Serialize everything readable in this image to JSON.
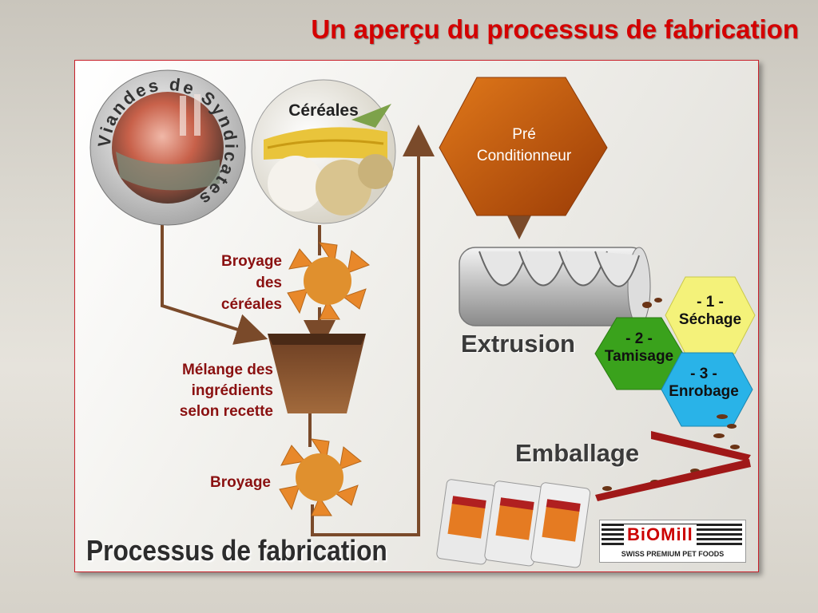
{
  "title": "Un aperçu du processus de fabrication",
  "diagram_title": "Processus de fabrication",
  "meat_label": "Viandes de Syndicates",
  "cereals_label": "Céréales",
  "grinding_cereals": [
    "Broyage",
    "des",
    "céréales"
  ],
  "mixing": [
    "Mélange des",
    "ingrédients",
    "selon recette"
  ],
  "grinding": "Broyage",
  "preconditioner": [
    "Pré",
    "Conditionneur"
  ],
  "extrusion": "Extrusion",
  "packaging": "Emballage",
  "steps": [
    {
      "num": "- 1 -",
      "name": "Séchage",
      "color": "#f4f27a"
    },
    {
      "num": "- 2 -",
      "name": "Tamisage",
      "color": "#3aa21c"
    },
    {
      "num": "- 3 -",
      "name": "Enrobage",
      "color": "#29b3e8"
    }
  ],
  "logo": {
    "name": "BiOMill",
    "tagline": "SWISS PREMIUM PET FOODS"
  },
  "colors": {
    "title": "#d40000",
    "arrow": "#7a4a2a",
    "labels": "#8a1010",
    "hexagon": "#c0500a"
  }
}
